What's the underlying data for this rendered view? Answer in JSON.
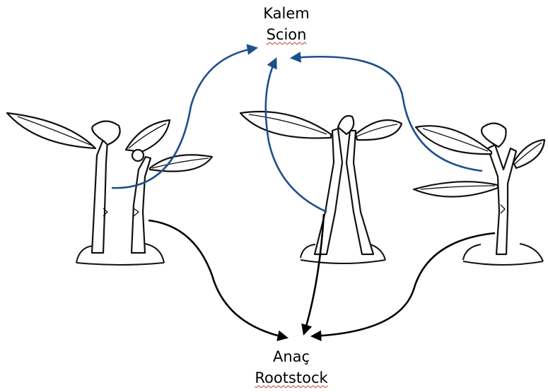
{
  "labels": {
    "scion_tr": "Kalem",
    "scion_en": "Scion",
    "rootstock_tr": "Anaç",
    "rootstock_en": "Rootstock"
  },
  "colors": {
    "scion_arrows": "#1f4e8c",
    "rootstock_arrows": "#000000",
    "spellcheck_underline": "#c0392b"
  }
}
